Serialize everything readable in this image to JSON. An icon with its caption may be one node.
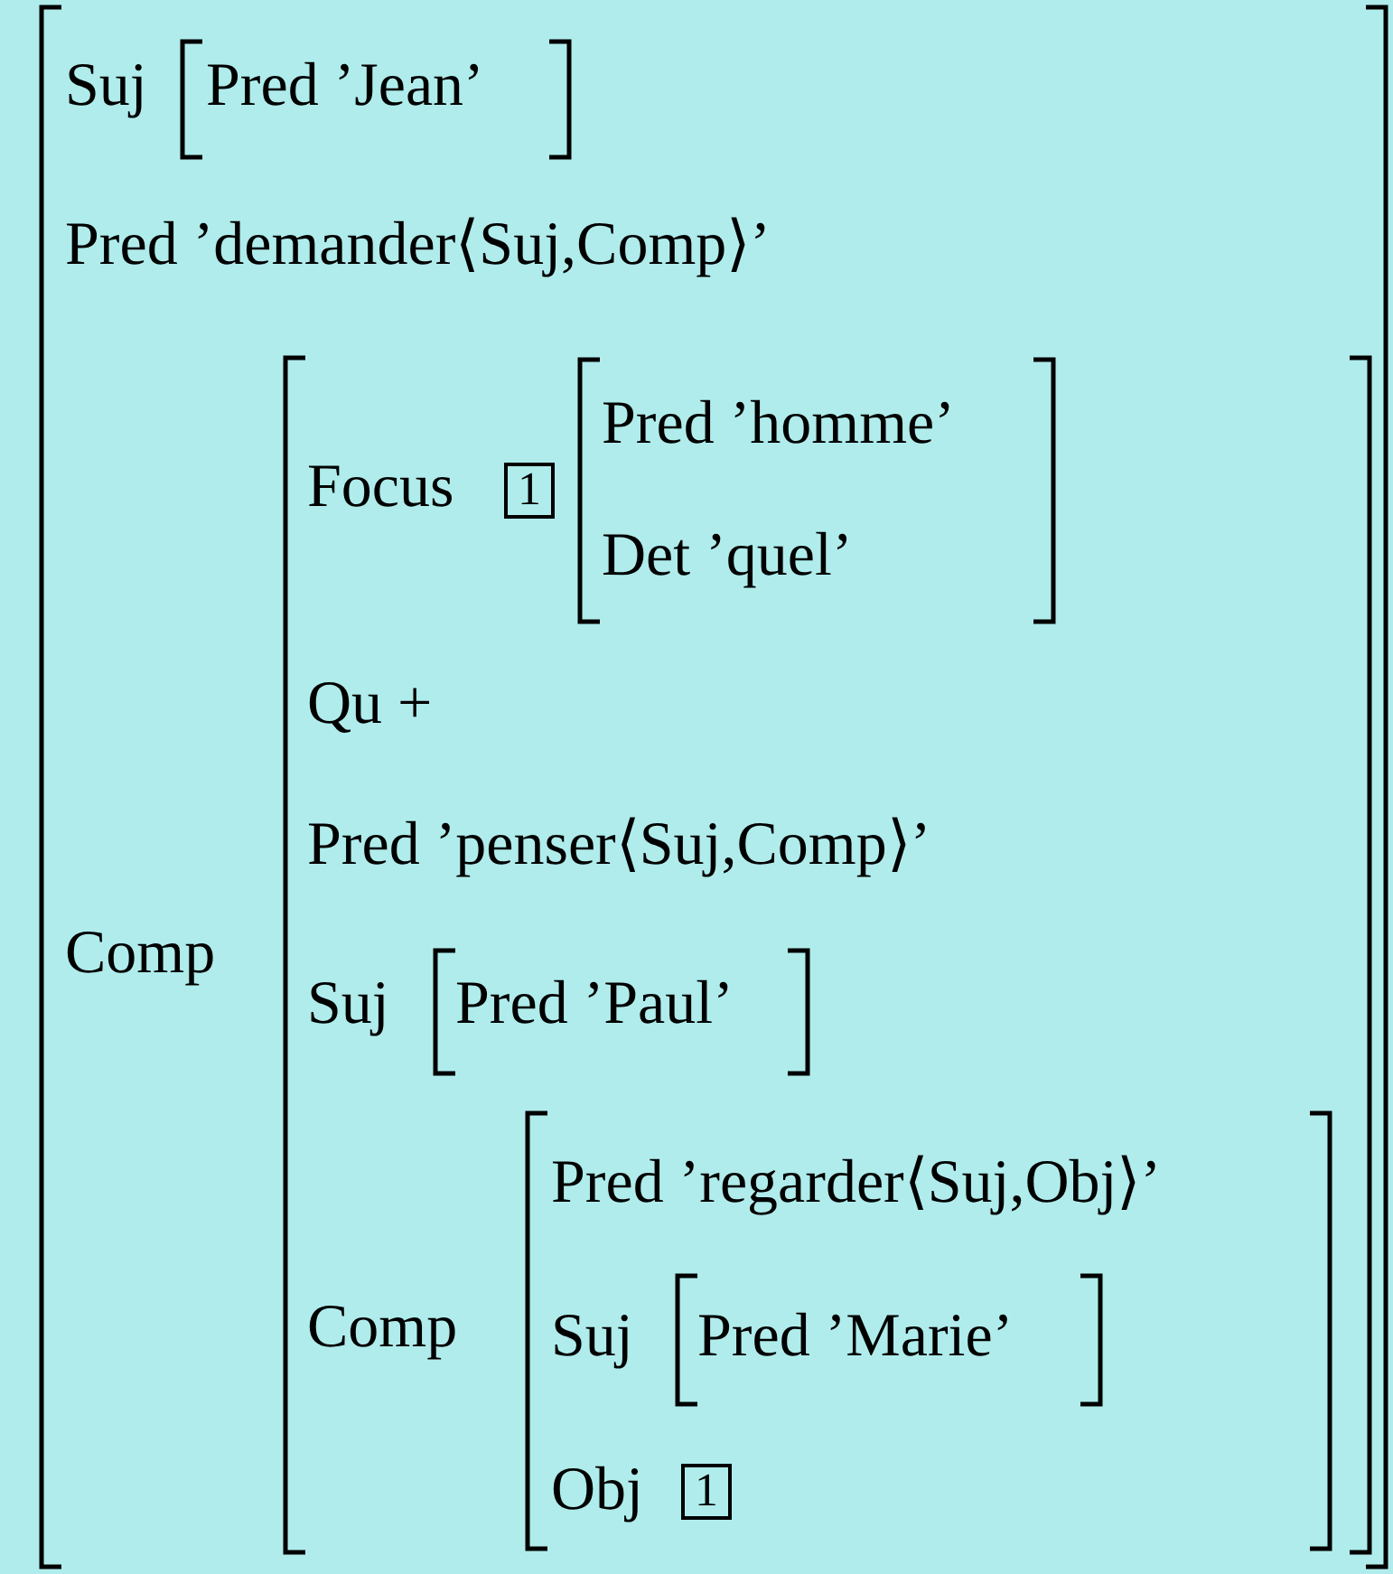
{
  "diagram": {
    "nodes": [
      {
        "text": [],
        "shape": "box"
      },
      {
        "text": [
          "Pred ’Jean’"
        ],
        "in": 0
      },
      {
        "text": [],
        "shape": "box",
        "in": 0
      },
      {
        "text": [
          "1"
        ],
        "in": 2
      },
      {
        "text": [
          "Pred ’homme’",
          "Det ’quel’"
        ],
        "in": 2
      },
      {
        "text": [
          "Pred ’Paul’"
        ],
        "in": 2
      },
      {
        "text": [],
        "shape": "box",
        "in": 2
      },
      {
        "text": [
          "Pred ’Marie’"
        ],
        "in": 6
      },
      {
        "text": [
          "1"
        ],
        "in": 6
      }
    ],
    "labels": [
      "Suj",
      "Pred ’demander⟨Suj,Comp⟩’",
      "Comp",
      "Focus",
      "Qu +",
      "Pred ’penser⟨Suj,Comp⟩’",
      "Suj",
      "Comp",
      "Pred ’regarder⟨Suj,Obj⟩’",
      "Suj",
      "Obj"
    ]
  }
}
